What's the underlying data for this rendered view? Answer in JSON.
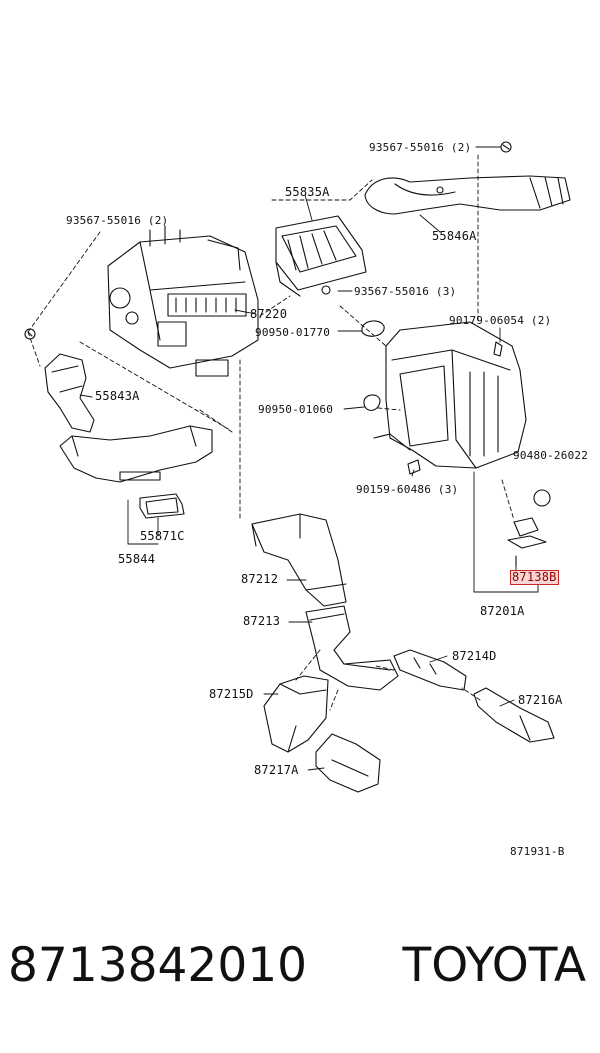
{
  "diagram": {
    "labels": {
      "p93567_top": "93567-55016 (2)",
      "p55835A": "55835A",
      "p55846A": "55846A",
      "p93567_left": "93567-55016 (2)",
      "p93567_mid": "93567-55016 (3)",
      "p87220": "87220",
      "p90950_01770": "90950-01770",
      "p90179": "90179-06054 (2)",
      "p55843A": "55843A",
      "p90950_01060": "90950-01060",
      "p90480": "90480-26022",
      "p90159": "90159-60486 (3)",
      "p55871C": "55871C",
      "p55844": "55844",
      "p87212": "87212",
      "p87138B": "87138B",
      "p87201A": "87201A",
      "p87213": "87213",
      "p87214D": "87214D",
      "p87215D": "87215D",
      "p87216A": "87216A",
      "p87217A": "87217A",
      "p871931B": "871931-B"
    },
    "highlight_color": "#c62828"
  },
  "footer": {
    "part_number": "8713842010",
    "brand": "TOYOTA"
  }
}
